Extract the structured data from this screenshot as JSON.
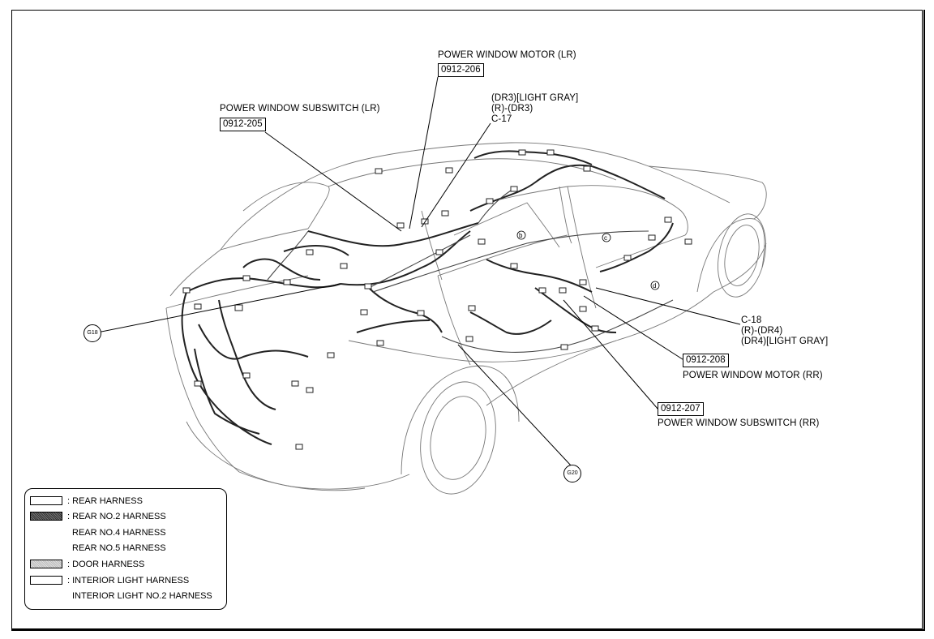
{
  "callouts": {
    "pw_motor_lr": {
      "title": "POWER WINDOW MOTOR (LR)",
      "code": "0912-206"
    },
    "pw_subswitch_lr": {
      "title": "POWER WINDOW SUBSWITCH (LR)",
      "code": "0912-205"
    },
    "connector_c17": {
      "line1": "(DR3)[LIGHT GRAY]",
      "line2": "(R)-(DR3)",
      "line3": "C-17"
    },
    "connector_c18": {
      "line1": "C-18",
      "line2": "(R)-(DR4)",
      "line3": "(DR4)[LIGHT GRAY]"
    },
    "pw_motor_rr": {
      "title": "POWER WINDOW MOTOR (RR)",
      "code": "0912-208"
    },
    "pw_subswitch_rr": {
      "title": "POWER WINDOW SUBSWITCH (RR)",
      "code": "0912-207"
    }
  },
  "grounds": {
    "g18": "G18",
    "g20": "G20"
  },
  "point_labels": {
    "b": "b",
    "c": "c",
    "d": "d"
  },
  "legend": {
    "rows": [
      {
        "prefix": ": ",
        "label": "REAR HARNESS",
        "swatch": "rear"
      },
      {
        "prefix": ": ",
        "label": "REAR NO.2 HARNESS",
        "swatch": "rear2"
      },
      {
        "prefix": "",
        "label": "REAR NO.4 HARNESS",
        "swatch": ""
      },
      {
        "prefix": "",
        "label": "REAR NO.5 HARNESS",
        "swatch": ""
      },
      {
        "prefix": ": ",
        "label": "DOOR HARNESS",
        "swatch": "door"
      },
      {
        "prefix": ": ",
        "label": "INTERIOR LIGHT HARNESS",
        "swatch": "int"
      },
      {
        "prefix": "",
        "label": "INTERIOR LIGHT NO.2 HARNESS",
        "swatch": ""
      }
    ]
  }
}
